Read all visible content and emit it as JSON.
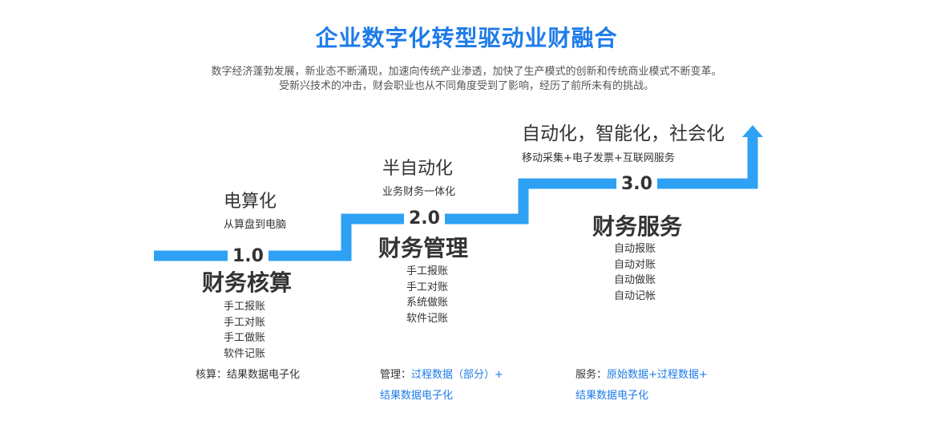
{
  "header": {
    "title": "企业数字化转型驱动业财融合",
    "intro_line1": "数字经济蓬勃发展，新业态不断涌现，加速向传统产业渗透，加快了生产模式的创新和传统商业模式不断变革。",
    "intro_line2": "受新兴技术的冲击，财会职业也从不同角度受到了影响，经历了前所未有的挑战。"
  },
  "colors": {
    "accent": "#1e7be8",
    "stair": "#2ea1f5",
    "text": "#333333"
  },
  "stages": [
    {
      "phase": "电算化",
      "subtitle": "从算盘到电脑",
      "version": "1.0",
      "name": "财务核算",
      "items": [
        "手工报账",
        "手工对账",
        "手工做账",
        "软件记账"
      ],
      "note_label": "核算：",
      "note_value": "结果数据电子化"
    },
    {
      "phase": "半自动化",
      "subtitle": "业务财务一体化",
      "version": "2.0",
      "name": "财务管理",
      "items": [
        "手工报账",
        "手工对账",
        "系统做账",
        "软件记账"
      ],
      "note_label": "管理：",
      "note_value": "过程数据（部分）+ 结果数据电子化"
    },
    {
      "phase": "自动化，智能化，社会化",
      "subtitle": "移动采集+电子发票+互联网服务",
      "version": "3.0",
      "name": "财务服务",
      "items": [
        "自动报账",
        "自动对账",
        "自动做账",
        "自动记帐"
      ],
      "note_label": "服务：",
      "note_value": "原始数据+过程数据+ 结果数据电子化"
    }
  ]
}
